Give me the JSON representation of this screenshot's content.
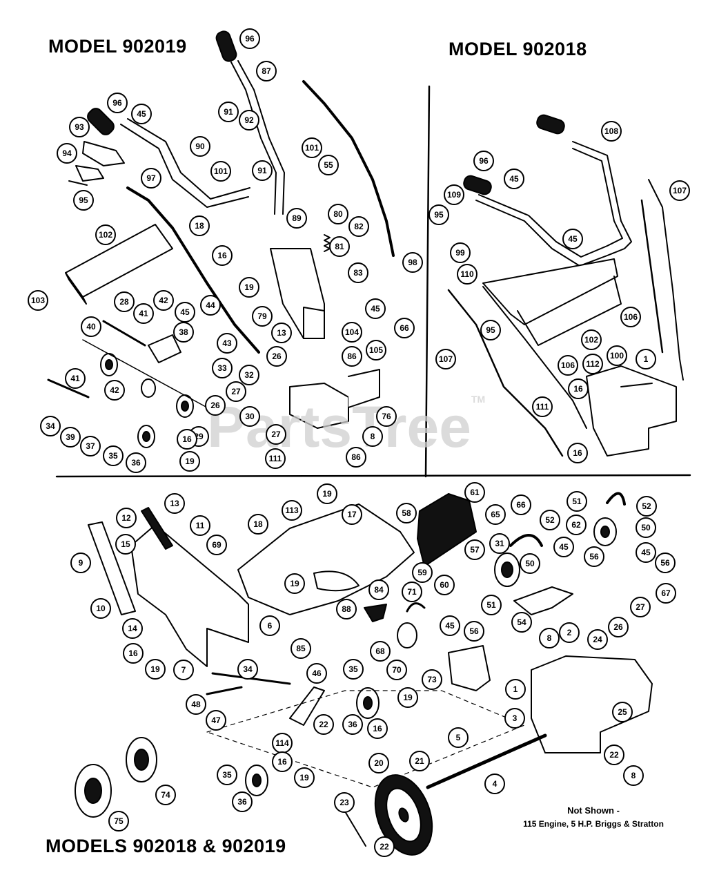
{
  "titles": {
    "top_left": "MODEL 902019",
    "top_right": "MODEL 902018",
    "bottom": "MODELS 902018 & 902019"
  },
  "note": {
    "line1": "Not Shown -",
    "line2": "115  Engine, 5 H.P. Briggs & Stratton"
  },
  "watermark": {
    "text": "PartsTree",
    "mark": "TM"
  },
  "callouts": [
    {
      "id": "96",
      "label": "96"
    },
    {
      "id": "87",
      "label": "87"
    },
    {
      "id": "96b",
      "label": "96"
    },
    {
      "id": "45",
      "label": "45"
    },
    {
      "id": "93",
      "label": "93"
    },
    {
      "id": "91",
      "label": "91"
    },
    {
      "id": "92",
      "label": "92"
    },
    {
      "id": "90",
      "label": "90"
    },
    {
      "id": "101",
      "label": "101"
    },
    {
      "id": "94",
      "label": "94"
    },
    {
      "id": "101b",
      "label": "101"
    },
    {
      "id": "91b",
      "label": "91"
    },
    {
      "id": "55",
      "label": "55"
    },
    {
      "id": "95",
      "label": "95"
    },
    {
      "id": "97",
      "label": "97"
    },
    {
      "id": "80",
      "label": "80"
    },
    {
      "id": "82",
      "label": "82"
    },
    {
      "id": "89",
      "label": "89"
    },
    {
      "id": "102",
      "label": "102"
    },
    {
      "id": "18",
      "label": "18"
    },
    {
      "id": "81",
      "label": "81"
    },
    {
      "id": "16",
      "label": "16"
    },
    {
      "id": "98",
      "label": "98"
    },
    {
      "id": "83",
      "label": "83"
    },
    {
      "id": "19",
      "label": "19"
    },
    {
      "id": "103",
      "label": "103"
    },
    {
      "id": "45b",
      "label": "45"
    },
    {
      "id": "66",
      "label": "66"
    },
    {
      "id": "28",
      "label": "28"
    },
    {
      "id": "41",
      "label": "41"
    },
    {
      "id": "42",
      "label": "42"
    },
    {
      "id": "45c",
      "label": "45"
    },
    {
      "id": "44",
      "label": "44"
    },
    {
      "id": "79",
      "label": "79"
    },
    {
      "id": "40",
      "label": "40"
    },
    {
      "id": "38",
      "label": "38"
    },
    {
      "id": "13",
      "label": "13"
    },
    {
      "id": "104",
      "label": "104"
    },
    {
      "id": "43",
      "label": "43"
    },
    {
      "id": "26",
      "label": "26"
    },
    {
      "id": "86",
      "label": "86"
    },
    {
      "id": "105",
      "label": "105"
    },
    {
      "id": "33",
      "label": "33"
    },
    {
      "id": "41b",
      "label": "41"
    },
    {
      "id": "32",
      "label": "32"
    },
    {
      "id": "42b",
      "label": "42"
    },
    {
      "id": "26b",
      "label": "26"
    },
    {
      "id": "27",
      "label": "27"
    },
    {
      "id": "30",
      "label": "30"
    },
    {
      "id": "76",
      "label": "76"
    },
    {
      "id": "34",
      "label": "34"
    },
    {
      "id": "39",
      "label": "39"
    },
    {
      "id": "29",
      "label": "29"
    },
    {
      "id": "27b",
      "label": "27"
    },
    {
      "id": "8",
      "label": "8"
    },
    {
      "id": "37",
      "label": "37"
    },
    {
      "id": "16b",
      "label": "16"
    },
    {
      "id": "35",
      "label": "35"
    },
    {
      "id": "36",
      "label": "36"
    },
    {
      "id": "19b",
      "label": "19"
    },
    {
      "id": "111",
      "label": "111"
    },
    {
      "id": "86b",
      "label": "86"
    },
    {
      "id": "108",
      "label": "108"
    },
    {
      "id": "96c",
      "label": "96"
    },
    {
      "id": "107",
      "label": "107"
    },
    {
      "id": "45d",
      "label": "45"
    },
    {
      "id": "109",
      "label": "109"
    },
    {
      "id": "95b",
      "label": "95"
    },
    {
      "id": "45e",
      "label": "45"
    },
    {
      "id": "99",
      "label": "99"
    },
    {
      "id": "110",
      "label": "110"
    },
    {
      "id": "106",
      "label": "106"
    },
    {
      "id": "95c",
      "label": "95"
    },
    {
      "id": "102b",
      "label": "102"
    },
    {
      "id": "107b",
      "label": "107"
    },
    {
      "id": "106b",
      "label": "106"
    },
    {
      "id": "112",
      "label": "112"
    },
    {
      "id": "100",
      "label": "100"
    },
    {
      "id": "1",
      "label": "1"
    },
    {
      "id": "16c",
      "label": "16"
    },
    {
      "id": "111b",
      "label": "111"
    },
    {
      "id": "16d",
      "label": "16"
    },
    {
      "id": "13b",
      "label": "13"
    },
    {
      "id": "19c",
      "label": "19"
    },
    {
      "id": "113",
      "label": "113"
    },
    {
      "id": "17",
      "label": "17"
    },
    {
      "id": "61",
      "label": "61"
    },
    {
      "id": "66b",
      "label": "66"
    },
    {
      "id": "51",
      "label": "51"
    },
    {
      "id": "52",
      "label": "52"
    },
    {
      "id": "12",
      "label": "12"
    },
    {
      "id": "11",
      "label": "11"
    },
    {
      "id": "18b",
      "label": "18"
    },
    {
      "id": "58",
      "label": "58"
    },
    {
      "id": "65",
      "label": "65"
    },
    {
      "id": "52b",
      "label": "52"
    },
    {
      "id": "62",
      "label": "62"
    },
    {
      "id": "50",
      "label": "50"
    },
    {
      "id": "15",
      "label": "15"
    },
    {
      "id": "69",
      "label": "69"
    },
    {
      "id": "31",
      "label": "31"
    },
    {
      "id": "57",
      "label": "57"
    },
    {
      "id": "45f",
      "label": "45"
    },
    {
      "id": "45g",
      "label": "45"
    },
    {
      "id": "56",
      "label": "56"
    },
    {
      "id": "9",
      "label": "9"
    },
    {
      "id": "50b",
      "label": "50"
    },
    {
      "id": "56b",
      "label": "56"
    },
    {
      "id": "19d",
      "label": "19"
    },
    {
      "id": "59",
      "label": "59"
    },
    {
      "id": "60",
      "label": "60"
    },
    {
      "id": "10",
      "label": "10"
    },
    {
      "id": "84",
      "label": "84"
    },
    {
      "id": "71",
      "label": "71"
    },
    {
      "id": "51b",
      "label": "51"
    },
    {
      "id": "67",
      "label": "67"
    },
    {
      "id": "88",
      "label": "88"
    },
    {
      "id": "6",
      "label": "6"
    },
    {
      "id": "54",
      "label": "54"
    },
    {
      "id": "27c",
      "label": "27"
    },
    {
      "id": "14",
      "label": "14"
    },
    {
      "id": "45h",
      "label": "45"
    },
    {
      "id": "56c",
      "label": "56"
    },
    {
      "id": "8b",
      "label": "8"
    },
    {
      "id": "2",
      "label": "2"
    },
    {
      "id": "24",
      "label": "24"
    },
    {
      "id": "26c",
      "label": "26"
    },
    {
      "id": "85",
      "label": "85"
    },
    {
      "id": "68",
      "label": "68"
    },
    {
      "id": "16e",
      "label": "16"
    },
    {
      "id": "7",
      "label": "7"
    },
    {
      "id": "19e",
      "label": "19"
    },
    {
      "id": "70",
      "label": "70"
    },
    {
      "id": "73",
      "label": "73"
    },
    {
      "id": "34b",
      "label": "34"
    },
    {
      "id": "46",
      "label": "46"
    },
    {
      "id": "35b",
      "label": "35"
    },
    {
      "id": "1b",
      "label": "1"
    },
    {
      "id": "48",
      "label": "48"
    },
    {
      "id": "19f",
      "label": "19"
    },
    {
      "id": "25",
      "label": "25"
    },
    {
      "id": "47",
      "label": "47"
    },
    {
      "id": "3",
      "label": "3"
    },
    {
      "id": "36b",
      "label": "36"
    },
    {
      "id": "16f",
      "label": "16"
    },
    {
      "id": "22",
      "label": "22"
    },
    {
      "id": "5",
      "label": "5"
    },
    {
      "id": "114",
      "label": "114"
    },
    {
      "id": "22b",
      "label": "22"
    },
    {
      "id": "8c",
      "label": "8"
    },
    {
      "id": "16g",
      "label": "16"
    },
    {
      "id": "35c",
      "label": "35"
    },
    {
      "id": "20",
      "label": "20"
    },
    {
      "id": "21",
      "label": "21"
    },
    {
      "id": "4",
      "label": "4"
    },
    {
      "id": "19g",
      "label": "19"
    },
    {
      "id": "74",
      "label": "74"
    },
    {
      "id": "36c",
      "label": "36"
    },
    {
      "id": "23",
      "label": "23"
    },
    {
      "id": "75",
      "label": "75"
    },
    {
      "id": "22c",
      "label": "22"
    }
  ]
}
